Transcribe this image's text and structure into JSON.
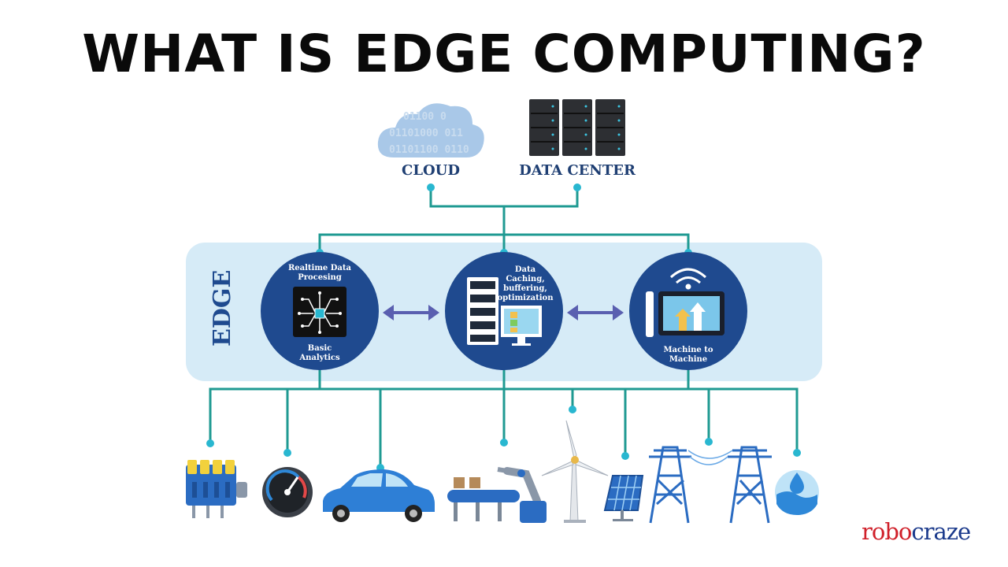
{
  "title": "WHAT IS EDGE COMPUTING?",
  "top_nodes": {
    "cloud": "CLOUD",
    "data_center": "DATA CENTER",
    "cloud_binary": [
      "01100 0",
      "01101000 011",
      "01101100 0110"
    ]
  },
  "edge_label": "EDGE",
  "edge_nodes": {
    "left_top_1": "Realtime Data",
    "left_top_2": "Procesing",
    "left_bottom_1": "Basic",
    "left_bottom_2": "Analytics",
    "middle_1": "Data",
    "middle_2": "Caching,",
    "middle_3": "buffering,",
    "middle_4": "optimization",
    "right_1": "Machine to",
    "right_2": "Machine"
  },
  "devices": [
    "engine-icon",
    "gauge-icon",
    "car-icon",
    "robot-arm-conveyor-icon",
    "wind-turbine-icon",
    "solar-panel-icon",
    "power-towers-icon",
    "water-drop-icon"
  ],
  "brand": {
    "part1": "robo",
    "part2": "craze"
  },
  "colors": {
    "teal": "#1f9a92",
    "navy": "#1f4a8f",
    "edge_bg": "#d6ebf7",
    "arrow": "#5a5fb0"
  }
}
